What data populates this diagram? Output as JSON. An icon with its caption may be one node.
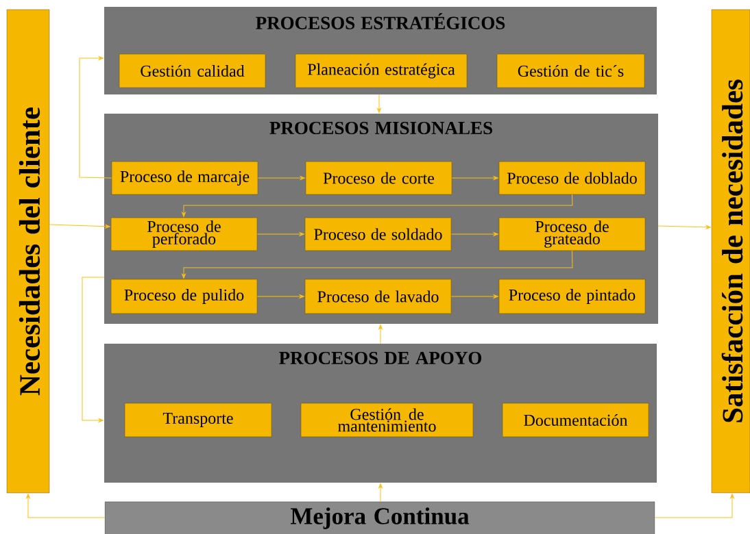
{
  "diagram": {
    "nodes": [
      {
        "text": [
          "Necesidades del cliente"
        ]
      },
      {
        "text": [
          "PROCESOS ESTRATÉGICOS"
        ]
      },
      {
        "text": [
          "Gestión calidad"
        ],
        "in": 1
      },
      {
        "text": [
          "Planeación estratégica"
        ],
        "in": 1
      },
      {
        "text": [
          "Gestión de tic´s"
        ],
        "in": 1
      },
      {
        "text": [
          "PROCESOS MISIONALES"
        ]
      },
      {
        "text": [
          "Proceso de marcaje"
        ],
        "in": 5
      },
      {
        "text": [
          "Proceso de corte"
        ],
        "in": 5
      },
      {
        "text": [
          "Proceso de doblado"
        ],
        "in": 5
      },
      {
        "text": [
          "Proceso de perforado"
        ],
        "in": 5
      },
      {
        "text": [
          "Proceso de soldado"
        ],
        "in": 5
      },
      {
        "text": [
          "Proceso de grateado"
        ],
        "in": 5
      },
      {
        "text": [
          "Proceso de pulido"
        ],
        "in": 5
      },
      {
        "text": [
          "Proceso de lavado"
        ],
        "in": 5
      },
      {
        "text": [
          "Proceso de pintado"
        ],
        "in": 5
      },
      {
        "text": [
          "PROCESOS DE APOYO"
        ]
      },
      {
        "text": [
          "Transporte"
        ],
        "in": 15
      },
      {
        "text": [
          "Gestión de mantenimiento"
        ],
        "in": 15
      },
      {
        "text": [
          "Documentación"
        ],
        "in": 15
      },
      {
        "text": [
          "Mejora Continua"
        ]
      },
      {
        "text": [
          "Satisfacción de necesidades"
        ]
      }
    ],
    "edges": [
      {
        "from": 6,
        "to": 1,
        "arrow": "to"
      },
      {
        "from": 0,
        "to": 9,
        "arrow": "to"
      },
      {
        "from": 1,
        "to": 5,
        "arrow": "to"
      },
      {
        "from": 6,
        "to": 7,
        "arrow": "to"
      },
      {
        "from": 7,
        "to": 8,
        "arrow": "to"
      },
      {
        "from": 8,
        "to": 9,
        "arrow": "to"
      },
      {
        "from": 9,
        "to": 10,
        "arrow": "to"
      },
      {
        "from": 10,
        "to": 11,
        "arrow": "to"
      },
      {
        "from": 11,
        "to": 12,
        "arrow": "to"
      },
      {
        "from": 12,
        "to": 13,
        "arrow": "to"
      },
      {
        "from": 13,
        "to": 14,
        "arrow": "to"
      },
      {
        "from": 5,
        "to": 15,
        "arrow": "to"
      },
      {
        "from": 15,
        "to": 5,
        "arrow": "to"
      },
      {
        "from": 19,
        "to": 15,
        "arrow": "to"
      },
      {
        "from": 19,
        "to": 0,
        "arrow": "to"
      },
      {
        "from": 19,
        "to": 20,
        "arrow": "to"
      },
      {
        "from": 5,
        "to": 20,
        "arrow": "to"
      }
    ]
  }
}
